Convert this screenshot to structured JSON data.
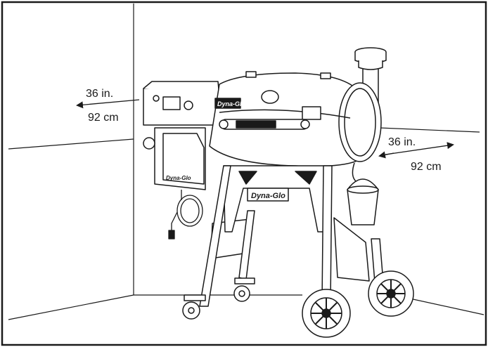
{
  "clearance_left": {
    "imperial": "36 in.",
    "metric": "92 cm"
  },
  "clearance_right": {
    "imperial": "36 in.",
    "metric": "92 cm"
  },
  "branding": {
    "lid_logo": "Dyna-Glo",
    "frame_logo": "Dyna-Glo",
    "hopper_logo": "Dyna-Glo"
  },
  "colors": {
    "line": "#1a1a1a",
    "background": "#ffffff"
  }
}
